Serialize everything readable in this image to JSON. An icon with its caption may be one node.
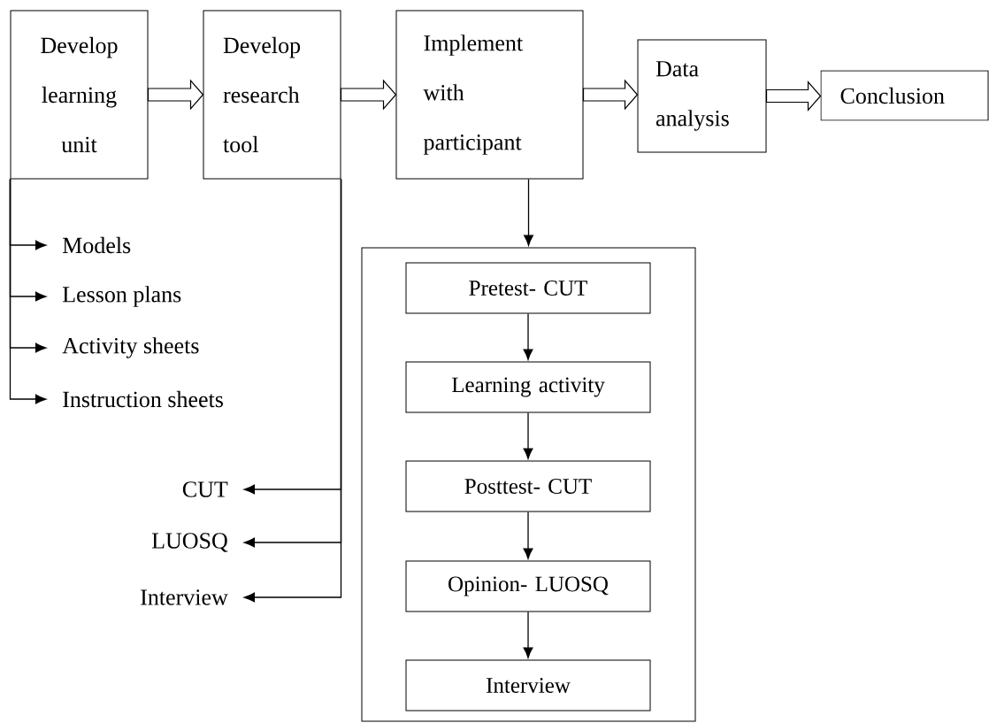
{
  "diagram": {
    "nodes": [
      {
        "text": [
          "Develop learning unit"
        ]
      },
      {
        "text": [
          "Develop research tool"
        ]
      },
      {
        "text": [
          "Implement with participant"
        ]
      },
      {
        "text": [
          "Data analysis"
        ]
      },
      {
        "text": [
          "Conclusion"
        ]
      },
      {
        "text": [
          "Models"
        ]
      },
      {
        "text": [
          "Lesson plans"
        ]
      },
      {
        "text": [
          "Activity sheets"
        ]
      },
      {
        "text": [
          "Instruction sheets"
        ]
      },
      {
        "text": [
          "CUT"
        ]
      },
      {
        "text": [
          "LUOSQ"
        ]
      },
      {
        "text": [
          "Interview"
        ]
      },
      {
        "text": [],
        "shape": "box"
      },
      {
        "text": [
          "Pretest- CUT"
        ],
        "in": 12
      },
      {
        "text": [
          "Learning activity"
        ],
        "in": 12
      },
      {
        "text": [
          "Posttest- CUT"
        ],
        "in": 12
      },
      {
        "text": [
          "Opinion- LUOSQ"
        ],
        "in": 12
      },
      {
        "text": [
          "Interview"
        ],
        "in": 12
      }
    ],
    "edges": [
      {
        "from": 0,
        "to": 1,
        "arrow": "to",
        "style": "thick"
      },
      {
        "from": 1,
        "to": 2,
        "arrow": "to",
        "style": "thick"
      },
      {
        "from": 2,
        "to": 3,
        "arrow": "to",
        "style": "thick"
      },
      {
        "from": 3,
        "to": 4,
        "arrow": "to",
        "style": "thick"
      },
      {
        "from": 0,
        "to": 5,
        "arrow": "to"
      },
      {
        "from": 0,
        "to": 6,
        "arrow": "to"
      },
      {
        "from": 0,
        "to": 7,
        "arrow": "to"
      },
      {
        "from": 0,
        "to": 8,
        "arrow": "to"
      },
      {
        "from": 1,
        "to": 9,
        "arrow": "to"
      },
      {
        "from": 1,
        "to": 10,
        "arrow": "to"
      },
      {
        "from": 1,
        "to": 11,
        "arrow": "to"
      },
      {
        "from": 2,
        "to": 12,
        "arrow": "to"
      },
      {
        "from": 13,
        "to": 14,
        "arrow": "to"
      },
      {
        "from": 14,
        "to": 15,
        "arrow": "to"
      },
      {
        "from": 15,
        "to": 16,
        "arrow": "to"
      },
      {
        "from": 16,
        "to": 17,
        "arrow": "to"
      }
    ]
  }
}
